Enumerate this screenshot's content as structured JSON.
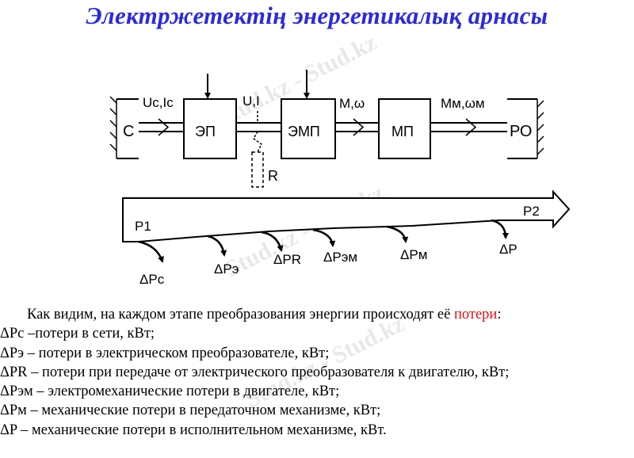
{
  "title": "Электржетектің энергетикалық арнасы",
  "watermark_text": "Stud.kz - Stud.kz",
  "blocks": {
    "source": "С",
    "converter": "ЭП",
    "motor": "ЭМП",
    "transmission": "МП",
    "working_body": "РО",
    "resistor": "R"
  },
  "signals": {
    "uc_ic": "Uc,Ic",
    "u_i": "U,I",
    "m_omega": "M,ω",
    "mm_omegam": "Mм,ωм"
  },
  "flow": {
    "p1": "P1",
    "p2": "P2",
    "losses": [
      "ΔPc",
      "ΔPэ",
      "ΔPR",
      "ΔPэм",
      "ΔPм",
      "ΔP"
    ]
  },
  "text": {
    "intro_before": "Как видим, на каждом этапе преобразования энергии происходят её ",
    "intro_highlight": "потери",
    "intro_after": ":",
    "lines": [
      "ΔPс –потери в сети, кВт;",
      "ΔPэ – потери в электрическом преобразователе, кВт;",
      "ΔPR – потери при передаче от электрического преобразователя к двигателю, кВт;",
      "ΔPэм – электромеханические потери в двигателе, кВт;",
      "ΔPм – механические потери в передаточном механизме, кВт;",
      "ΔP – механические потери в исполнительном механизме, кВт."
    ]
  },
  "colors": {
    "title": "#2a2ae0",
    "highlight": "#e01010"
  }
}
